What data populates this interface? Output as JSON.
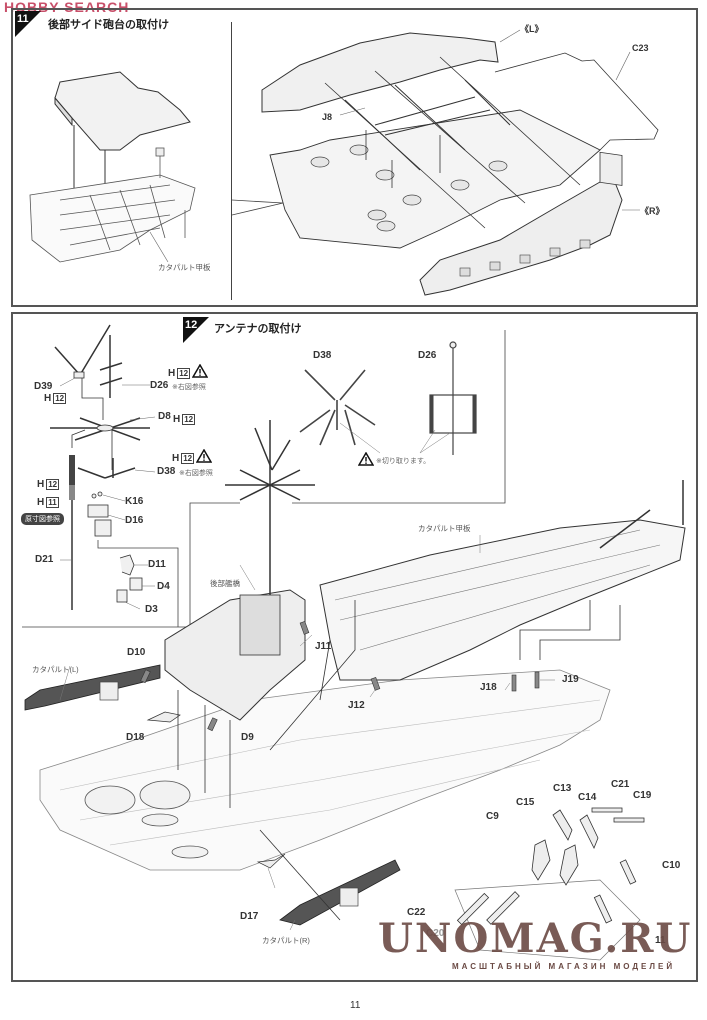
{
  "site_brand": "HOBBY SEARCH",
  "page_number": "11",
  "watermark": {
    "title": "UNOMAG.RU",
    "subtitle": "МАСШТАБНЫЙ МАГАЗИН МОДЕЛЕЙ"
  },
  "step11": {
    "number": "11",
    "title": "後部サイド砲台の取付け",
    "labels": {
      "catapult_deck": "カタパルト甲板",
      "L": "《L》",
      "R": "《R》",
      "J8": "J8",
      "C23": "C23"
    }
  },
  "step12": {
    "number": "12",
    "title": "アンテナの取付け",
    "mast_labels": {
      "D39": "D39",
      "D26": "D26",
      "D26_note": "※右図参照",
      "D8": "D8",
      "D38": "D38",
      "D38_note": "※右図参照",
      "K16": "K16",
      "D16": "D16",
      "D21": "D21",
      "D11": "D11",
      "D4": "D4",
      "D3": "D3",
      "H": "H",
      "h12": "12",
      "h11": "11",
      "ref_pill": "原寸図参照"
    },
    "detail_labels": {
      "D38": "D38",
      "D26": "D26",
      "cut_note": "※切り取ります。"
    },
    "ship_labels": {
      "rear_bridge": "後部艦橋",
      "catapult_deck": "カタパルト甲板",
      "catapult_L": "カタパルト(L)",
      "catapult_R": "カタパルト(R)",
      "D10": "D10",
      "D18": "D18",
      "D9": "D9",
      "D17": "D17",
      "J11": "J11",
      "J12": "J12",
      "J18": "J18",
      "J19": "J19",
      "C9": "C9",
      "C10": "C10",
      "C11": "11",
      "C13": "C13",
      "C14": "C14",
      "C15": "C15",
      "C19": "C19",
      "C20": "C20",
      "C21": "C21",
      "C22": "C22"
    }
  }
}
